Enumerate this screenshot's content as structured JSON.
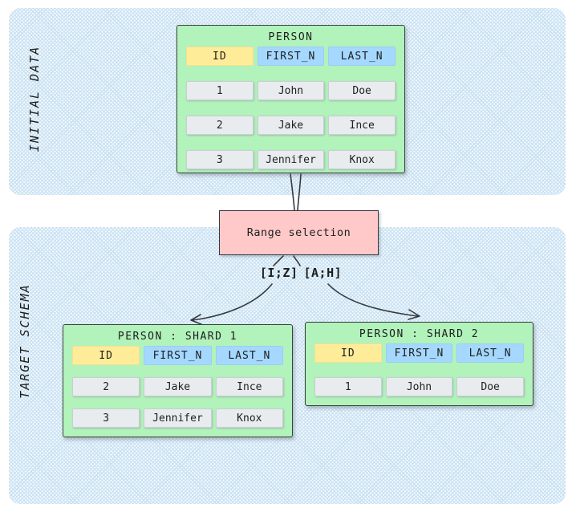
{
  "sections": {
    "initial_data": {
      "label": "INITIAL DATA"
    },
    "target_schema": {
      "label": "TARGET SCHEMA"
    }
  },
  "tables": {
    "person": {
      "title": "PERSON",
      "columns": [
        "ID",
        "FIRST_N",
        "LAST_N"
      ],
      "rows": [
        [
          "1",
          "John",
          "Doe"
        ],
        [
          "2",
          "Jake",
          "Ince"
        ],
        [
          "3",
          "Jennifer",
          "Knox"
        ]
      ]
    },
    "shard1": {
      "title": "PERSON : SHARD 1",
      "columns": [
        "ID",
        "FIRST_N",
        "LAST_N"
      ],
      "rows": [
        [
          "2",
          "Jake",
          "Ince"
        ],
        [
          "3",
          "Jennifer",
          "Knox"
        ]
      ]
    },
    "shard2": {
      "title": "PERSON : SHARD 2",
      "columns": [
        "ID",
        "FIRST_N",
        "LAST_N"
      ],
      "rows": [
        [
          "1",
          "John",
          "Doe"
        ]
      ]
    }
  },
  "transform": {
    "label": "Range selection",
    "range_left": "[I;Z]",
    "range_right": "[A;H]"
  },
  "colors": {
    "panel_blue": "#d9eaf7",
    "table_green": "#b2f2bb",
    "header_yellow": "#ffec99",
    "header_blue": "#a5d8ff",
    "cell_gray": "#e9ecef",
    "transform_pink": "#ffc9c9",
    "stroke_dark": "#343a40",
    "text": "#1e1e1e"
  }
}
